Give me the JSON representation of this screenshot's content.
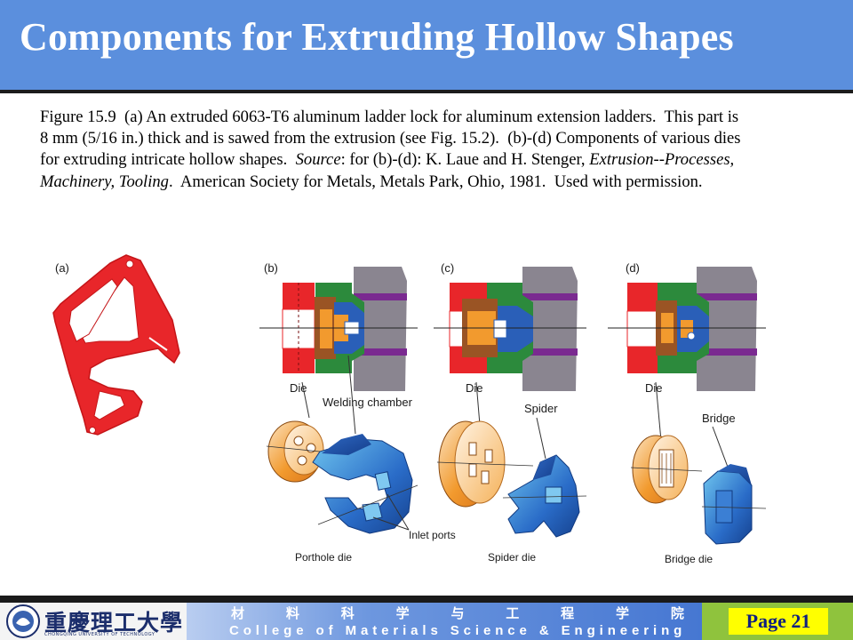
{
  "slide": {
    "title": "Components for Extruding Hollow Shapes",
    "caption": {
      "figure_ref": "Figure 15.9",
      "text_part1": "  (a) An extruded 6063-T6 aluminum ladder lock for aluminum extension ladders.  This part is 8 mm (5/16 in.) thick and is sawed from the extrusion (see Fig. 15.2).  (b)-(d) Components of various dies for extruding intricate hollow shapes.  ",
      "source_label": "Source",
      "text_part2": ": for (b)-(d): K. Laue and H. Stenger, ",
      "book_title": "Extrusion--Processes, Machinery, Tooling",
      "text_part3": ".  American Society for Metals, Metals Park, Ohio, 1981.  Used with permission."
    }
  },
  "figure": {
    "panel_labels": [
      "(a)",
      "(b)",
      "(c)",
      "(d)"
    ],
    "labels": {
      "die_b": "Die",
      "welding_chamber": "Welding chamber",
      "die_c": "Die",
      "spider": "Spider",
      "die_d": "Die",
      "bridge": "Bridge",
      "inlet_ports": "Inlet ports",
      "porthole_die": "Porthole die",
      "spider_die": "Spider die",
      "bridge_die": "Bridge die"
    },
    "colors": {
      "die_red": "#e8262a",
      "mandrel_green": "#2c8a3c",
      "core_blue": "#2a5fb8",
      "insert_orange": "#f29a2e",
      "spider_brown": "#9a5424",
      "band_purple": "#7a2a90",
      "chamber_gray": "#8a8590"
    }
  },
  "footer": {
    "university_name": "重慶理工大學",
    "university_sub": "CHONGQING UNIVERSITY OF TECHNOLOGY",
    "college_cn": [
      "材",
      "料",
      "科",
      "学",
      "与",
      "工",
      "程",
      "学",
      "院"
    ],
    "college_en": "College of Materials Science & Engineering",
    "page_label": "Page 21"
  }
}
